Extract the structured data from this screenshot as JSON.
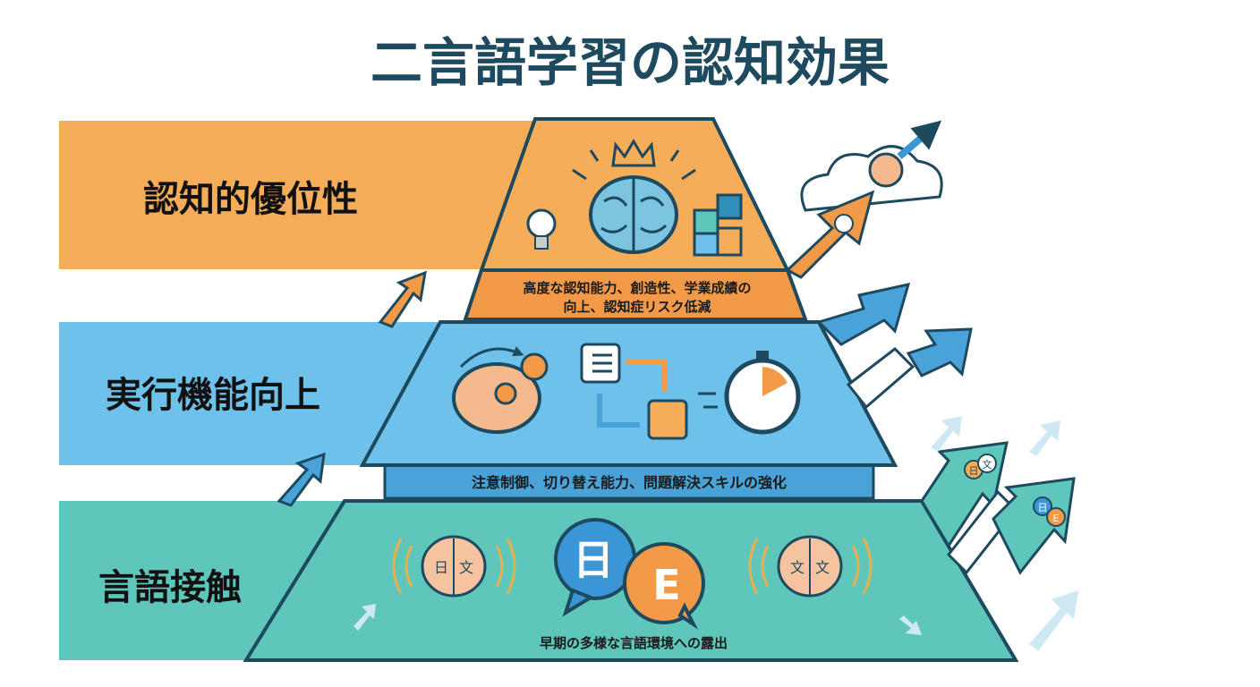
{
  "title": "二言語学習の認知効果",
  "colors": {
    "title": "#1d4a5e",
    "orange": "#f5ad5a",
    "orange_dark": "#f29a48",
    "blue": "#6ec1ea",
    "blue_dark": "#4aa3d8",
    "teal": "#5ec6bb",
    "outline": "#1d4a5e"
  },
  "levels": [
    {
      "label": "認知的優位性",
      "desc_line1": "高度な認知能力、創造性、学業成績の",
      "desc_line2": "向上、認知症リスク低減",
      "icons": [
        "lightbulb-icon",
        "crown-icon",
        "brain-icon",
        "puzzle-icon"
      ]
    },
    {
      "label": "実行機能向上",
      "desc": "注意制御、切り替え能力、問題解決スキルの強化",
      "icons": [
        "brain-gears-icon",
        "checklist-flow-icon",
        "stopwatch-icon"
      ]
    },
    {
      "label": "言語接触",
      "desc": "早期の多様な言語環境への露出",
      "icons": [
        "brain-icon",
        "speech-bubbles-icon",
        "brain-icon"
      ],
      "bubble_left": "日",
      "bubble_right": "E",
      "brain_left": [
        "日",
        "文"
      ],
      "brain_right": [
        "文",
        "文"
      ],
      "arrow_badges": [
        [
          "日",
          "文"
        ],
        [
          "日",
          "E"
        ]
      ]
    }
  ]
}
